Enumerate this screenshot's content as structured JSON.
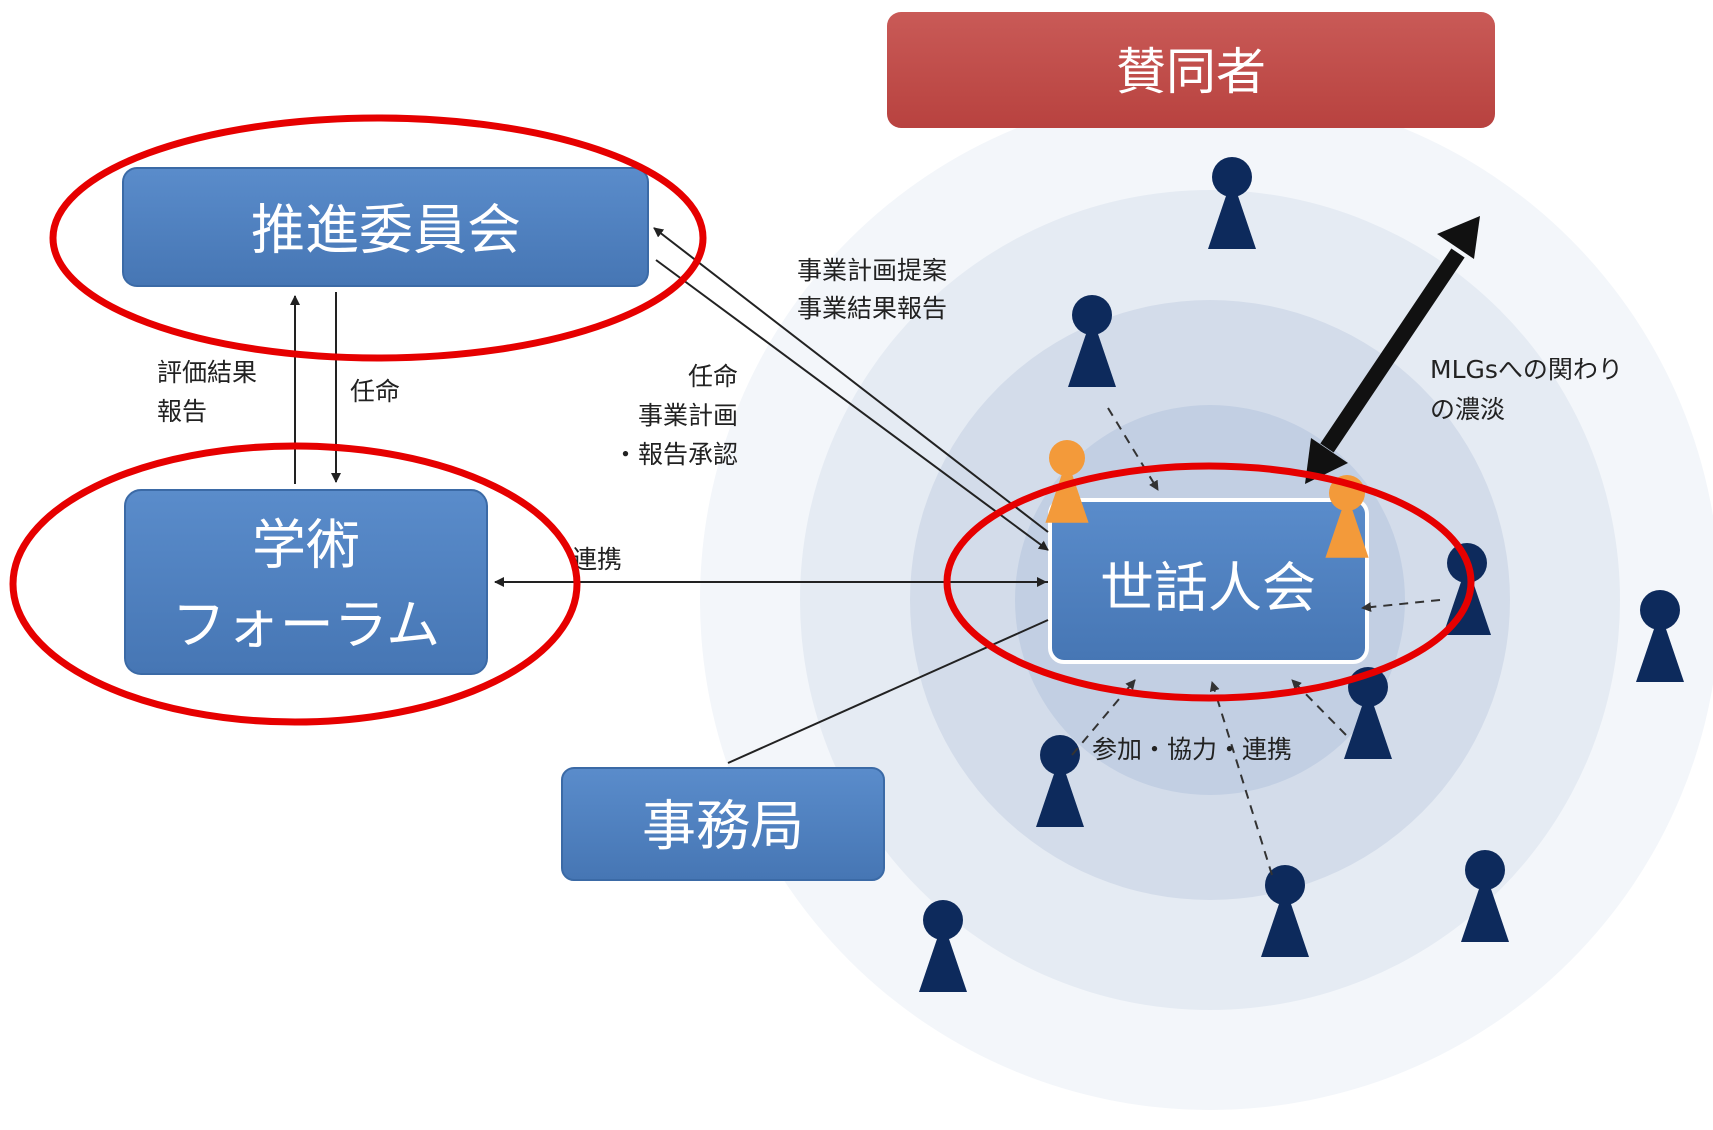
{
  "colors": {
    "box_fill": "#4f81bd",
    "box_fill_dark": "#3f6fa8",
    "supporter_fill": "#c0504d",
    "person_navy": "#0d2a5c",
    "person_orange": "#f39a3a",
    "highlight_red": "#e60000",
    "circle_outer": "#f1f4f9",
    "circle_mid": "#e1e7f1",
    "circle_inner": "#ccd6e8",
    "circle_core": "#b7c6df"
  },
  "boxes": {
    "committee": "推進委員会",
    "forum_line1": "学術",
    "forum_line2": "フォーラム",
    "secretariat": "事務局",
    "caretakers": "世話人会",
    "supporters": "賛同者"
  },
  "labels": {
    "eval_line1": "評価結果",
    "eval_line2": "報告",
    "appoint_left": "任命",
    "proposal_line1": "事業計画提案",
    "proposal_line2": "事業結果報告",
    "approval_line1": "任命",
    "approval_line2": "事業計画",
    "approval_line3": "・報告承認",
    "cooperation": "連携",
    "participation": "参加・協力・連携",
    "mlgs_line1": "MLGsへの関わり",
    "mlgs_line2": "の濃淡"
  },
  "icons": {
    "member": "person-icon",
    "core_member": "person-icon-orange",
    "arrow": "double-arrow-icon"
  }
}
